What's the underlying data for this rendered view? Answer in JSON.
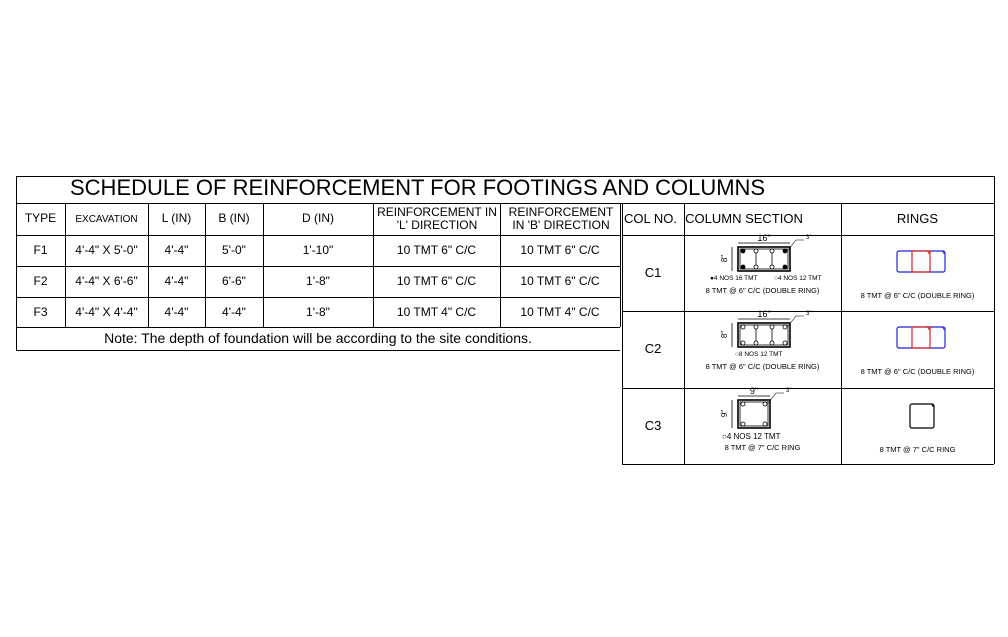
{
  "title": "SCHEDULE OF REINFORCEMENT FOR FOOTINGS AND COLUMNS",
  "footings": {
    "headers": [
      "TYPE",
      "EXCAVATION",
      "L (IN)",
      "B (IN)",
      "D (IN)",
      "REINFORCEMENT IN 'L' DIRECTION",
      "REINFORCEMENT IN 'B' DIRECTION"
    ],
    "rows": [
      [
        "F1",
        "4'-4\" X 5'-0\"",
        "4'-4\"",
        "5'-0\"",
        "1'-10\"",
        "10 TMT 6\" C/C",
        "10 TMT 6\" C/C"
      ],
      [
        "F2",
        "4'-4\" X 6'-6\"",
        "4'-4\"",
        "6'-6\"",
        "1'-8\"",
        "10 TMT 6\" C/C",
        "10 TMT 6\" C/C"
      ],
      [
        "F3",
        "4'-4\" X 4'-4\"",
        "4'-4\"",
        "4'-4\"",
        "1'-8\"",
        "10 TMT 4\" C/C",
        "10 TMT 4\" C/C"
      ]
    ],
    "note": "Note: The depth of foundation will be according to the site conditions."
  },
  "columns": {
    "headers": [
      "COL NO.",
      "COLUMN SECTION",
      "RINGS"
    ],
    "rows": [
      {
        "col": "C1",
        "width": "16\"",
        "depth": "8\"",
        "cover": "3\"",
        "bars": [
          "●4 NOS 16 TMT",
          "○4 NOS 12 TMT"
        ],
        "ties": "8 TMT @ 6\" C/C (DOUBLE RING)",
        "rings": "8 TMT @ 6\" C/C (DOUBLE RING)"
      },
      {
        "col": "C2",
        "width": "16\"",
        "depth": "8\"",
        "cover": "3\"",
        "bars": [
          "○8 NOS 12 TMT"
        ],
        "ties": "8 TMT @ 6\" C/C (DOUBLE RING)",
        "rings": "8 TMT @ 6\" C/C (DOUBLE RING)"
      },
      {
        "col": "C3",
        "width": "9\"",
        "depth": "9\"",
        "cover": "3\"",
        "bars": [
          "○4 NOS 12 TMT"
        ],
        "ties": "8 TMT @ 7\" C/C RING",
        "rings": "8 TMT @ 7\" C/C RING"
      }
    ]
  },
  "colors": {
    "outer_ring": "#2222dd",
    "inner_ring": "#dd2222"
  }
}
